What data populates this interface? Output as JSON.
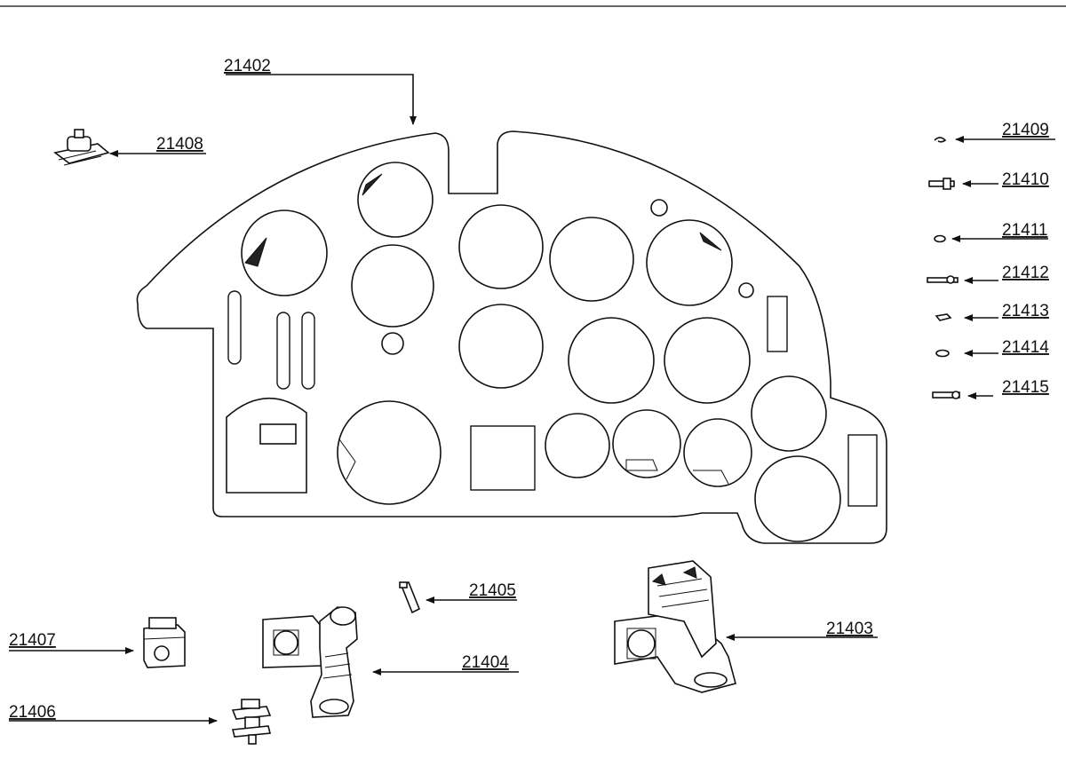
{
  "callouts": {
    "c21402": "21402",
    "c21408": "21408",
    "c21409": "21409",
    "c21410": "21410",
    "c21411": "21411",
    "c21412": "21412",
    "c21413": "21413",
    "c21414": "21414",
    "c21415": "21415",
    "c21405": "21405",
    "c21403": "21403",
    "c21404": "21404",
    "c21407": "21407",
    "c21406": "21406"
  }
}
